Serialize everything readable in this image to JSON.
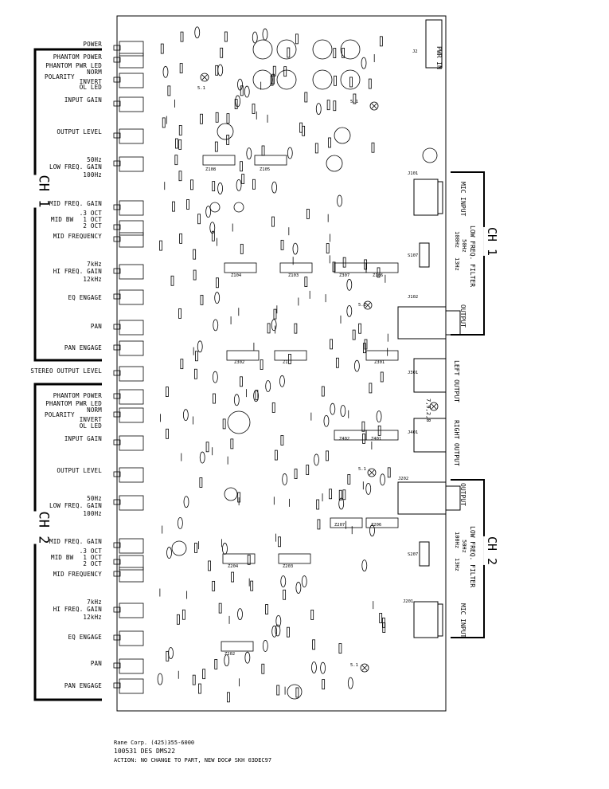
{
  "left_labels": {
    "power": "POWER",
    "stereo_output_level": "STEREO OUTPUT LEVEL",
    "ch1": {
      "channel": "CH 1",
      "phantom_power": "PHANTOM POWER",
      "phantom_pwr_led": "PHANTOM PWR LED",
      "polarity": "POLARITY",
      "norm": "NORM",
      "invert": "INVERT",
      "ol_led": "OL LED",
      "input_gain": "INPUT GAIN",
      "output_level": "OUTPUT LEVEL",
      "low_50": "50Hz",
      "low_freq_gain": "LOW FREQ. GAIN",
      "low_100": "100Hz",
      "mid_freq_gain": "MID FREQ. GAIN",
      "oct_3": ".3 OCT",
      "mid_bw": "MID BW",
      "oct_1": "1 OCT",
      "oct_2": "2 OCT",
      "mid_frequency": "MID FREQUENCY",
      "hi_7k": "7kHz",
      "hi_freq_gain": "HI FREQ. GAIN",
      "hi_12k": "12kHz",
      "eq_engage": "EQ ENGAGE",
      "pan": "PAN",
      "pan_engage": "PAN ENGAGE"
    },
    "ch2": {
      "channel": "CH 2",
      "phantom_power": "PHANTOM POWER",
      "phantom_pwr_led": "PHANTOM PWR LED",
      "polarity": "POLARITY",
      "norm": "NORM",
      "invert": "INVERT",
      "ol_led": "OL LED",
      "input_gain": "INPUT GAIN",
      "output_level": "OUTPUT LEVEL",
      "low_50": "50Hz",
      "low_freq_gain": "LOW FREQ. GAIN",
      "low_100": "100Hz",
      "mid_freq_gain": "MID FREQ. GAIN",
      "oct_3": ".3 OCT",
      "mid_bw": "MID BW",
      "oct_1": "1 OCT",
      "oct_2": "2 OCT",
      "mid_frequency": "MID FREQUENCY",
      "hi_7k": "7kHz",
      "hi_freq_gain": "HI FREQ. GAIN",
      "hi_12k": "12kHz",
      "eq_engage": "EQ ENGAGE",
      "pan": "PAN",
      "pan_engage": "PAN ENGAGE"
    }
  },
  "right_labels": {
    "pwr_in": "PWR IN",
    "ch1": {
      "channel": "CH 1",
      "mic_input": "MIC INPUT",
      "low_freq_filter": "LOW FREQ. FILTER",
      "f100": "100Hz",
      "f50": "50Hz",
      "f13": "13Hz",
      "output": "OUTPUT"
    },
    "left_output": "LEFT OUTPUT",
    "right_output": "RIGHT OUTPUT",
    "pot_code": "7,9,2,8",
    "ch2": {
      "channel": "CH 2",
      "output": "OUTPUT",
      "low_freq_filter": "LOW FREQ. FILTER",
      "f100": "100Hz",
      "f50": "50Hz",
      "f13": "13Hz",
      "mic_input": "MIC INPUT"
    }
  },
  "designators": [
    "Z108",
    "Z105",
    "Z104",
    "Z103",
    "Z307",
    "Z106",
    "Z302",
    "Z1",
    "Z301",
    "Z402",
    "Z401",
    "Z207",
    "Z206",
    "Z204",
    "Z203",
    "Z202",
    "J101",
    "J102",
    "J301",
    "J401",
    "J202",
    "J201",
    "S107",
    "S207",
    "J2",
    "5.1",
    "5.1",
    "5.1",
    "5.1",
    "5.1"
  ],
  "footer": {
    "company": "Rane Corp.  (425)355-6000",
    "part": "100531 DES DMS22",
    "action": "ACTION: NO CHANGE TO PART, NEW DOC# SKH 03DEC97"
  }
}
